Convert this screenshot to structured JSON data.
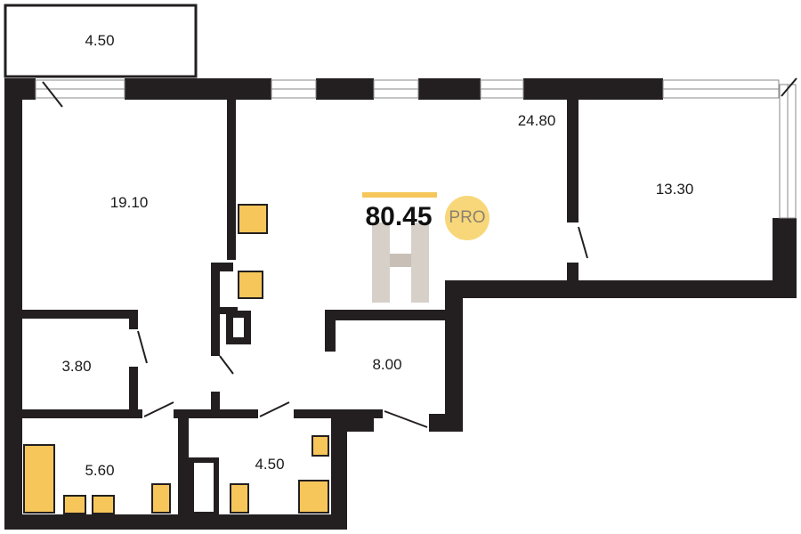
{
  "plan": {
    "total_area": "80.45",
    "badge": "PRO",
    "rooms": [
      {
        "name": "balcony-top",
        "area": "4.50"
      },
      {
        "name": "room-left",
        "area": "19.10"
      },
      {
        "name": "living-kitchen",
        "area": "24.80"
      },
      {
        "name": "room-right",
        "area": "13.30"
      },
      {
        "name": "storage",
        "area": "3.80"
      },
      {
        "name": "hall",
        "area": "8.00"
      },
      {
        "name": "bathroom",
        "area": "5.60"
      },
      {
        "name": "wc",
        "area": "4.50"
      }
    ],
    "colors": {
      "wall": "#231f20",
      "fixture": "#f6c65b",
      "accent": "#f8d77a",
      "window": "#ffffff"
    }
  }
}
